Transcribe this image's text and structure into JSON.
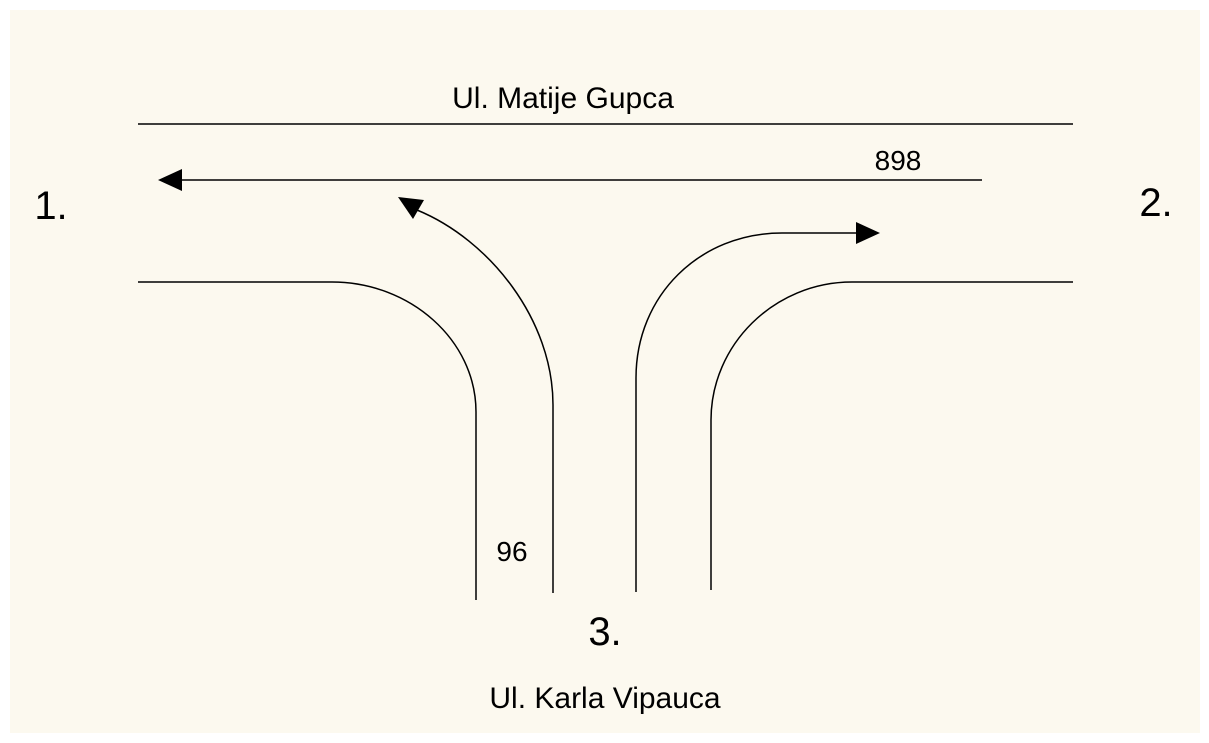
{
  "colors": {
    "background": "#fcf9ef",
    "stroke": "#000000",
    "text": "#000000"
  },
  "streets": {
    "main": "Ul. Matije Gupca",
    "side": "Ul. Karla Vipauca"
  },
  "approaches": {
    "west": "1.",
    "east": "2.",
    "south": "3."
  },
  "flows": {
    "through_westbound": "898",
    "left_turn_from_south": "96"
  }
}
